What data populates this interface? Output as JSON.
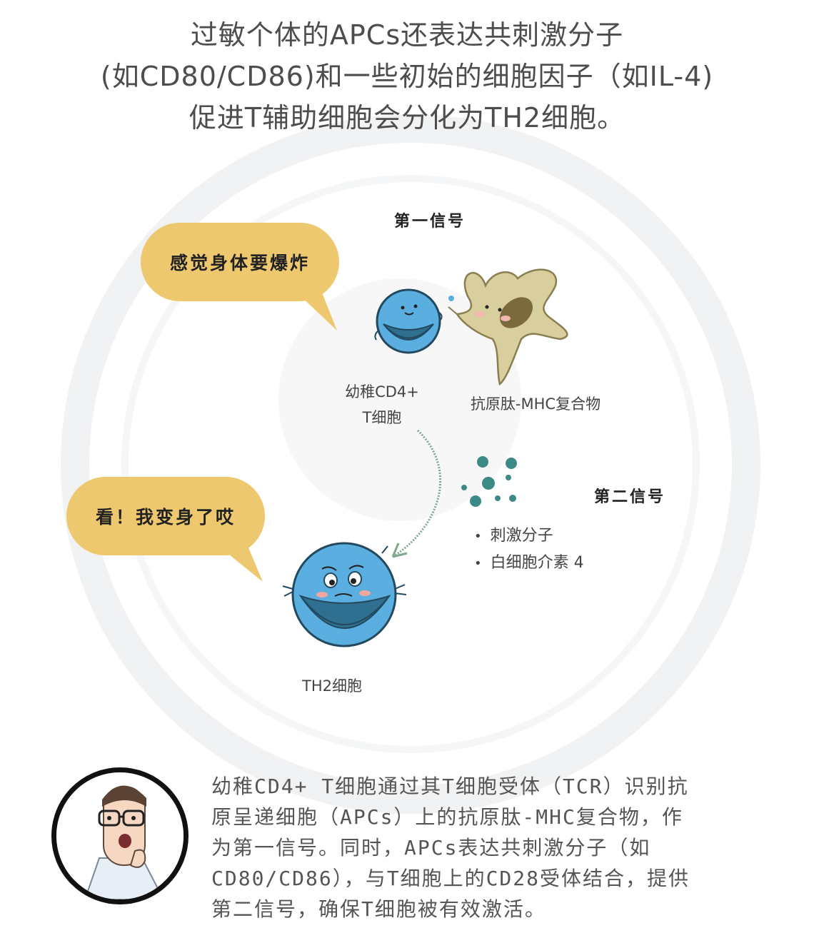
{
  "title": {
    "line1": "过敏个体的APCs还表达共刺激分子",
    "line2": "(如CD80/CD86)和一些初始的细胞因子（如IL-4)",
    "line3": "促进T辅助细胞会分化为TH2细胞。"
  },
  "bubbles": {
    "top": "感觉身体要爆炸",
    "bottom": "看！我变身了哎"
  },
  "signals": {
    "first": "第一信号",
    "second": "第二信号"
  },
  "labels": {
    "naive_line1": "幼稚CD4+",
    "naive_line2": "T细胞",
    "mhc": "抗原肽-MHC复合物",
    "th2": "TH2细胞"
  },
  "bullets": [
    "刺激分子",
    "白细胞介素 4"
  ],
  "bullet_marker": "•",
  "note": {
    "line1": "幼稚CD4+ T细胞通过其T细胞受体（TCR）识别抗",
    "line2": "原呈递细胞（APCs）上的抗原肽-MHC复合物，作",
    "line3": "为第一信号。同时，APCs表达共刺激分子（如",
    "line4": "CD80/CD86），与T细胞上的CD28受体结合，提供",
    "line5": "第二信号，确保T细胞被有效激活。"
  },
  "colors": {
    "bubble": "#eec86e",
    "cell_blue": "#5aaee0",
    "cell_dark": "#2f6f8f",
    "apc_beige": "#d9cf9e",
    "arrow_green": "#7fa88f",
    "dot_teal": "#3c8a86"
  }
}
